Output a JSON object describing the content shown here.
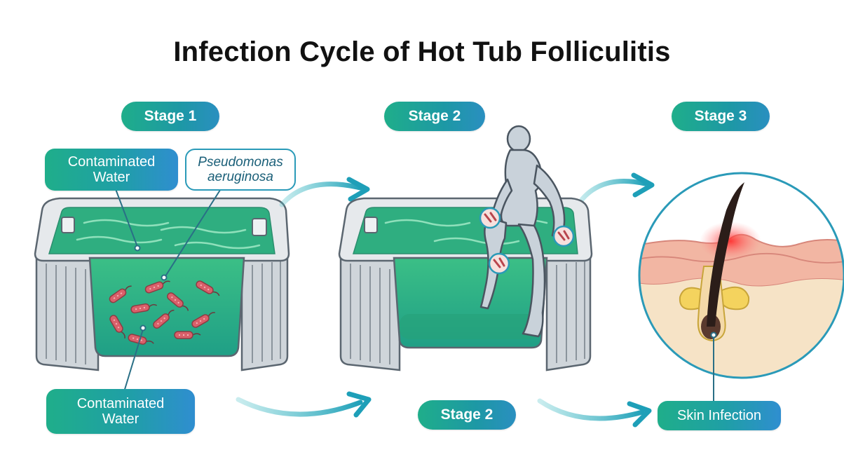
{
  "title": "Infection Cycle of Hot Tub Folliculitis",
  "stages": {
    "stage1_label": "Stage 1",
    "stage2_label": "Stage 2",
    "stage3_label": "Stage 3",
    "stage2_bottom_label": "Stage 2"
  },
  "callouts": {
    "contaminated_water_top": "Contaminated\nWater",
    "bacteria": "Pseudomonas\naeruginosa",
    "contaminated_water_bottom": "Contaminated\nWater",
    "skin_infection": "Skin Infection"
  },
  "colors": {
    "teal": "#1d9e9a",
    "water": "#2fae80",
    "tub_shell": "#e6e9ec",
    "tub_outline": "#5b6670",
    "bacteria": "#d9606a",
    "skin_top": "#f2b6a3",
    "dermis": "#f6e3c6",
    "inflammation": "#ff3a3a",
    "hair": "#2b1d19",
    "person": "#c9d2da"
  }
}
